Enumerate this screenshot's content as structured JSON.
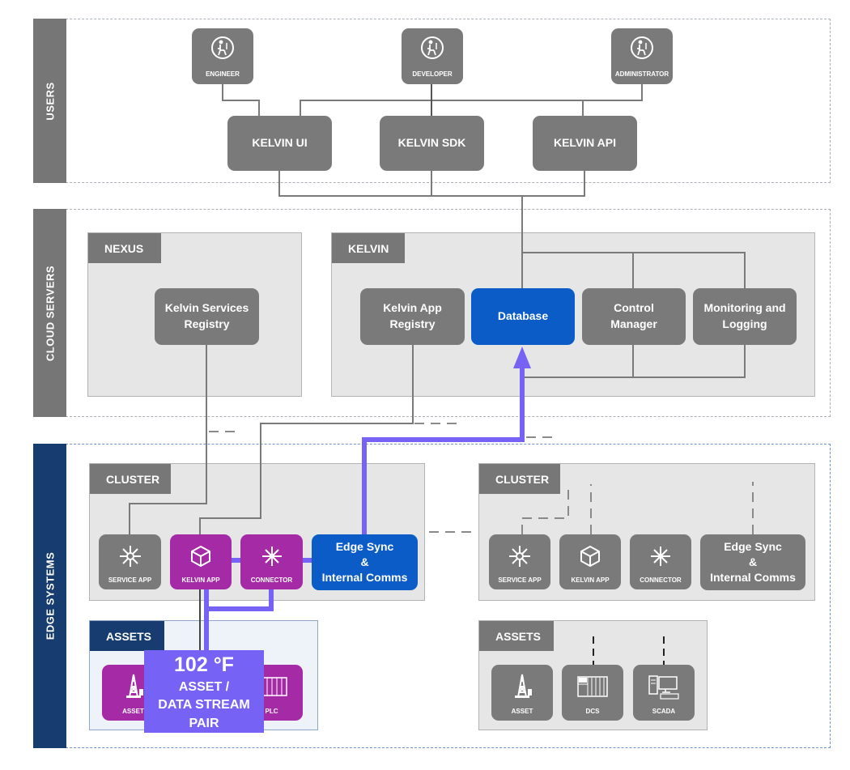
{
  "sections": {
    "users": "USERS",
    "cloud": "CLOUD SERVERS",
    "edge": "EDGE SYSTEMS"
  },
  "users": {
    "engineer": "ENGINEER",
    "developer": "DEVELOPER",
    "administrator": "ADMINISTRATOR",
    "kelvin_ui": "KELVIN UI",
    "kelvin_sdk": "KELVIN SDK",
    "kelvin_api": "KELVIN API"
  },
  "cloud": {
    "nexus_tab": "NEXUS",
    "kelvin_tab": "KELVIN",
    "services_registry": "Kelvin Services Registry",
    "app_registry": "Kelvin App Registry",
    "database": "Database",
    "control_manager": "Control Manager",
    "monitoring": "Monitoring and Logging"
  },
  "edge": {
    "cluster_left_tab": "CLUSTER",
    "cluster_right_tab": "CLUSTER",
    "service_app": "SERVICE APP",
    "kelvin_app": "KELVIN APP",
    "connector": "CONNECTOR",
    "edge_sync_line1": "Edge Sync",
    "edge_sync_line2": "&",
    "edge_sync_line3": "Internal Comms",
    "assets_left_tab": "ASSETS",
    "assets_right_tab": "ASSETS",
    "asset": "ASSET",
    "plc": "PLC",
    "dcs": "DCS",
    "scada": "SCADA"
  },
  "callout": {
    "value": "102 °F",
    "line1": "ASSET /",
    "line2": "DATA STREAM",
    "line3": "PAIR"
  },
  "colors": {
    "box_gray": "#7a7a7a",
    "database_blue": "#0b5cc6",
    "app_purple": "#a52aa6",
    "flow_violet": "#7662f5",
    "edge_navy": "#163c70"
  }
}
